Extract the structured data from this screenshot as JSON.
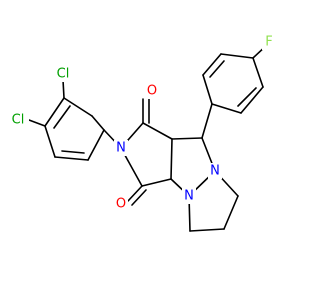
{
  "molecule": {
    "atoms": [
      {
        "id": "cl1",
        "symbol": "Cl",
        "color": "#00A000"
      },
      {
        "id": "cl2",
        "symbol": "Cl",
        "color": "#00A000"
      },
      {
        "id": "o1",
        "symbol": "O",
        "color": "#FF0000"
      },
      {
        "id": "o2",
        "symbol": "O",
        "color": "#FF0000"
      },
      {
        "id": "n_imide",
        "symbol": "N",
        "color": "#0000FF"
      },
      {
        "id": "n_a",
        "symbol": "N",
        "color": "#0000FF"
      },
      {
        "id": "n_b",
        "symbol": "N",
        "color": "#0000FF"
      },
      {
        "id": "f",
        "symbol": "F",
        "color": "#90E050"
      }
    ],
    "bond_color": "#000000"
  }
}
